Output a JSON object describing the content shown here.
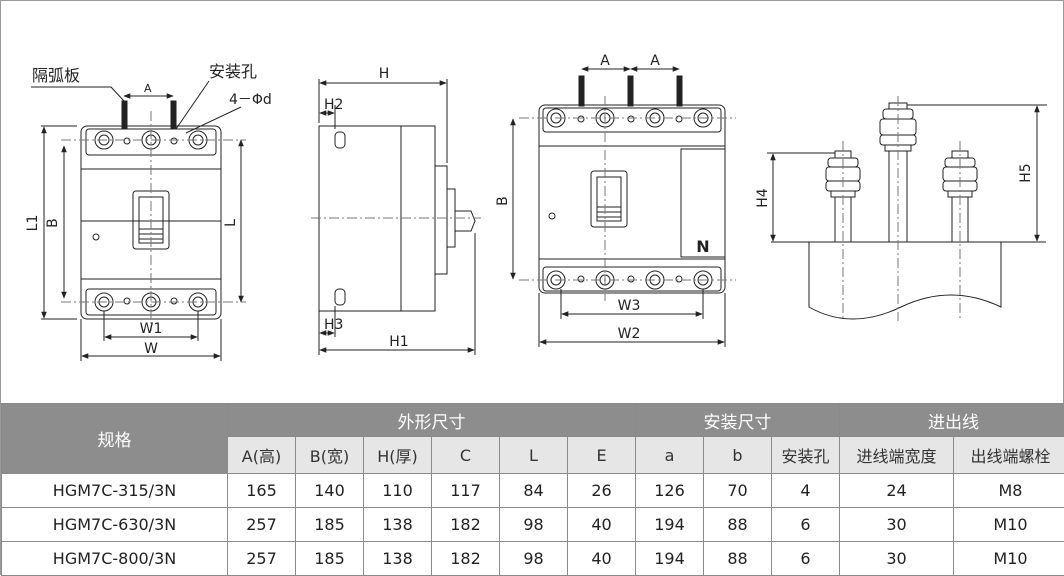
{
  "drawing": {
    "view1": {
      "arc_plate": "隔弧板",
      "mount_hole": "安装孔",
      "hole_spec": "4－Φd",
      "dim_A": "A",
      "dim_L1": "L1",
      "dim_B": "B",
      "dim_L": "L",
      "dim_W1": "W1",
      "dim_W": "W"
    },
    "view2": {
      "dim_H": "H",
      "dim_H2": "H2",
      "dim_H3": "H3",
      "dim_H1": "H1"
    },
    "view3": {
      "dim_A_left": "A",
      "dim_A_right": "A",
      "dim_B": "B",
      "label_N": "N",
      "dim_W3": "W3",
      "dim_W2": "W2"
    },
    "view4": {
      "dim_H4": "H4",
      "dim_H5": "H5"
    }
  },
  "table": {
    "spec_header": "规格",
    "group_outer": "外形尺寸",
    "group_install": "安装尺寸",
    "group_wiring": "进出线",
    "sub_headers": [
      "A(高)",
      "B(宽)",
      "H(厚)",
      "C",
      "L",
      "E",
      "a",
      "b",
      "安装孔",
      "进线端宽度",
      "出线端螺栓"
    ],
    "rows": [
      {
        "model": "HGM7C-315/3N",
        "cells": [
          "165",
          "140",
          "110",
          "117",
          "84",
          "26",
          "126",
          "70",
          "4",
          "24",
          "M8"
        ]
      },
      {
        "model": "HGM7C-630/3N",
        "cells": [
          "257",
          "185",
          "138",
          "182",
          "98",
          "40",
          "194",
          "88",
          "6",
          "30",
          "M10"
        ]
      },
      {
        "model": "HGM7C-800/3N",
        "cells": [
          "257",
          "185",
          "138",
          "182",
          "98",
          "40",
          "194",
          "88",
          "6",
          "30",
          "M10"
        ]
      }
    ]
  }
}
